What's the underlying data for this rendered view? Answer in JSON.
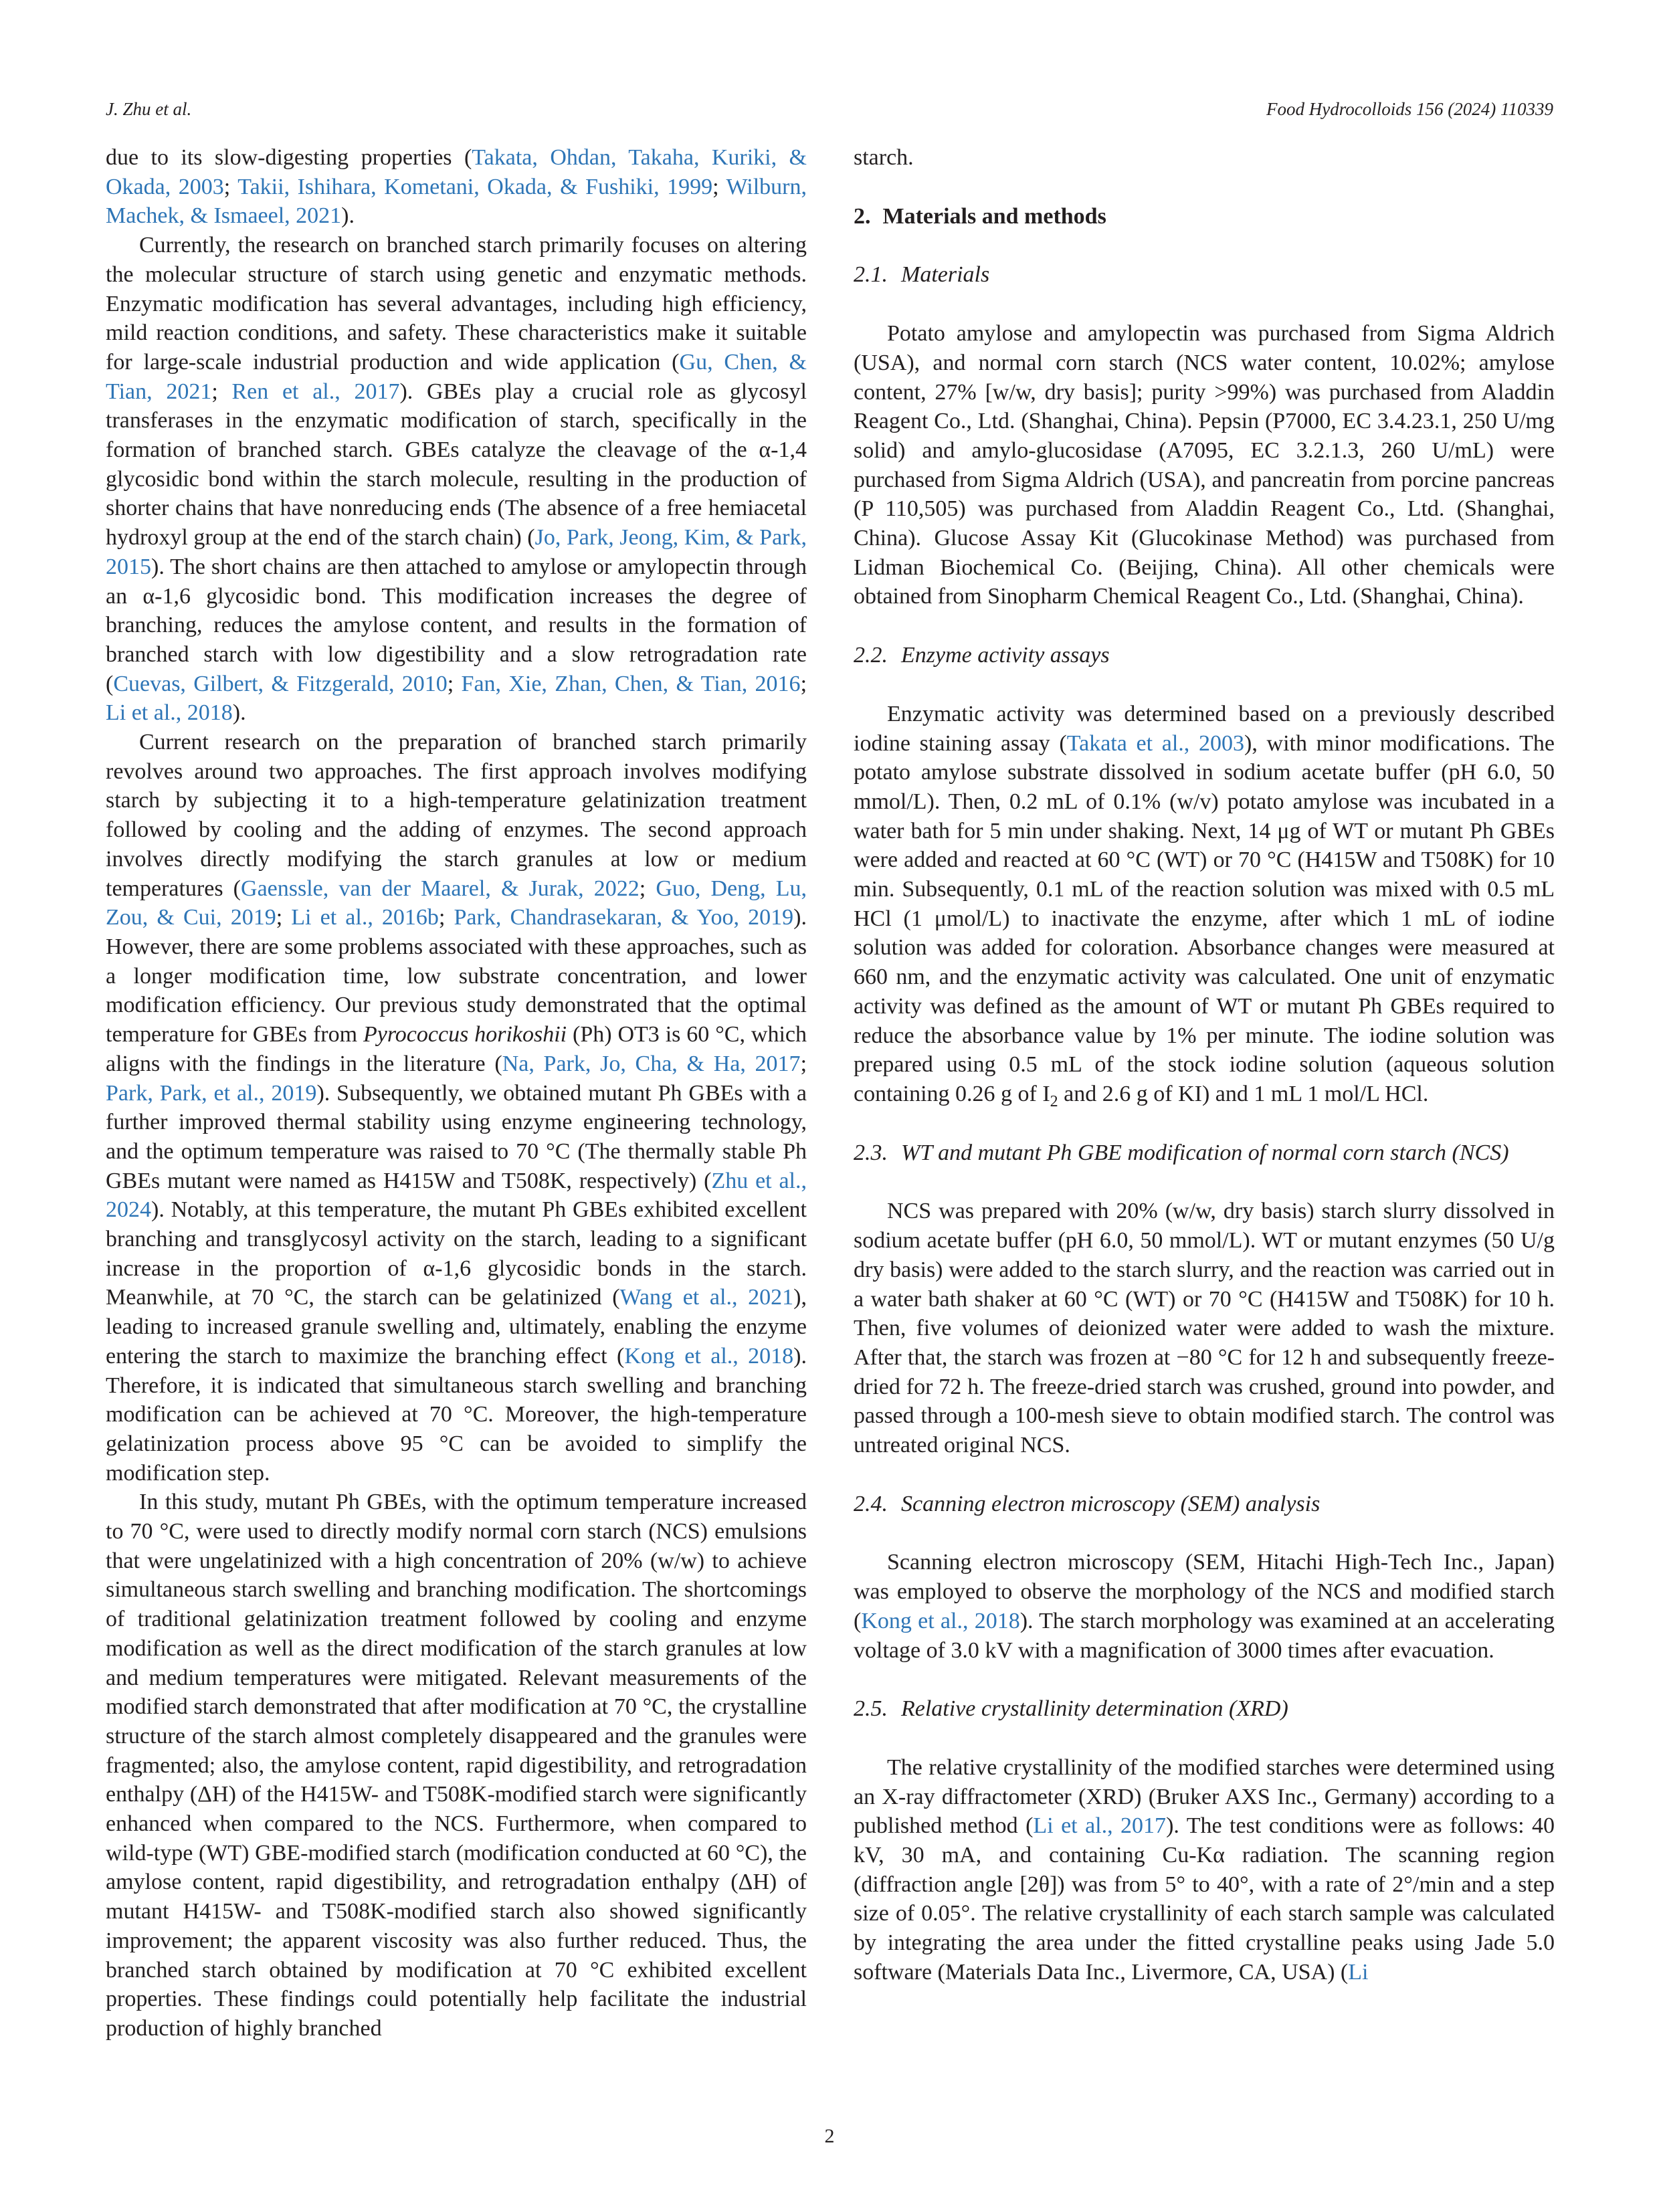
{
  "header": {
    "author": "J. Zhu et al.",
    "journal": "Food Hydrocolloids 156 (2024) 110339"
  },
  "left_column": {
    "p1": [
      {
        "t": "due to its slow-digesting properties ("
      },
      {
        "c": "Takata, Ohdan, Takaha, Kuriki, & Okada, 2003"
      },
      {
        "t": "; "
      },
      {
        "c": "Takii, Ishihara, Kometani, Okada, & Fushiki, 1999"
      },
      {
        "t": "; "
      },
      {
        "c": "Wilburn, Machek, & Ismaeel, 2021"
      },
      {
        "t": ")."
      }
    ],
    "p2": [
      {
        "t": "Currently, the research on branched starch primarily focuses on altering the molecular structure of starch using genetic and enzymatic methods. Enzymatic modification has several advantages, including high efficiency, mild reaction conditions, and safety. These characteristics make it suitable for large-scale industrial production and wide application ("
      },
      {
        "c": "Gu, Chen, & Tian, 2021"
      },
      {
        "t": "; "
      },
      {
        "c": "Ren et al., 2017"
      },
      {
        "t": "). GBEs play a crucial role as glycosyl transferases in the enzymatic modification of starch, specifically in the formation of branched starch. GBEs catalyze the cleavage of the α-1,4 glycosidic bond within the starch molecule, resulting in the production of shorter chains that have nonreducing ends (The absence of a free hemiacetal hydroxyl group at the end of the starch chain) ("
      },
      {
        "c": "Jo, Park, Jeong, Kim, & Park, 2015"
      },
      {
        "t": "). The short chains are then attached to amylose or amylopectin through an α-1,6 glycosidic bond. This modification increases the degree of branching, reduces the amylose content, and results in the formation of branched starch with low digestibility and a slow retrogradation rate ("
      },
      {
        "c": "Cuevas, Gilbert, & Fitzgerald, 2010"
      },
      {
        "t": "; "
      },
      {
        "c": "Fan, Xie, Zhan, Chen, & Tian, 2016"
      },
      {
        "t": "; "
      },
      {
        "c": "Li et al., 2018"
      },
      {
        "t": ")."
      }
    ],
    "p3": [
      {
        "t": "Current research on the preparation of branched starch primarily revolves around two approaches. The first approach involves modifying starch by subjecting it to a high-temperature gelatinization treatment followed by cooling and the adding of enzymes. The second approach involves directly modifying the starch granules at low or medium temperatures ("
      },
      {
        "c": "Gaenssle, van der Maarel, & Jurak, 2022"
      },
      {
        "t": "; "
      },
      {
        "c": "Guo, Deng, Lu, Zou, & Cui, 2019"
      },
      {
        "t": "; "
      },
      {
        "c": "Li et al., 2016b"
      },
      {
        "t": "; "
      },
      {
        "c": "Park, Chandrasekaran, & Yoo, 2019"
      },
      {
        "t": "). However, there are some problems associated with these approaches, such as a longer modification time, low substrate concentration, and lower modification efficiency. Our previous study demonstrated that the optimal temperature for GBEs from "
      },
      {
        "i": "Pyrococcus horikoshii"
      },
      {
        "t": " (Ph) OT3 is 60 °C, which aligns with the findings in the literature ("
      },
      {
        "c": "Na, Park, Jo, Cha, & Ha, 2017"
      },
      {
        "t": "; "
      },
      {
        "c": "Park, Park, et al., 2019"
      },
      {
        "t": "). Subsequently, we obtained mutant Ph GBEs with a further improved thermal stability using enzyme engineering technology, and the optimum temperature was raised to 70 °C (The thermally stable Ph GBEs mutant were named as H415W and T508K, respectively) ("
      },
      {
        "c": "Zhu et al., 2024"
      },
      {
        "t": "). Notably, at this temperature, the mutant Ph GBEs exhibited excellent branching and transglycosyl activity on the starch, leading to a significant increase in the proportion of α-1,6 glycosidic bonds in the starch. Meanwhile, at 70 °C, the starch can be gelatinized ("
      },
      {
        "c": "Wang et al., 2021"
      },
      {
        "t": "), leading to increased granule swelling and, ultimately, enabling the enzyme entering the starch to maximize the branching effect ("
      },
      {
        "c": "Kong et al., 2018"
      },
      {
        "t": "). Therefore, it is indicated that simultaneous starch swelling and branching modification can be achieved at 70 °C. Moreover, the high-temperature gelatinization process above 95 °C can be avoided to simplify the modification step."
      }
    ],
    "p4": [
      {
        "t": "In this study, mutant Ph GBEs, with the optimum temperature increased to 70 °C, were used to directly modify normal corn starch (NCS) emulsions that were ungelatinized with a high concentration of 20% (w/w) to achieve simultaneous starch swelling and branching modification. The shortcomings of traditional gelatinization treatment followed by cooling and enzyme modification as well as the direct modification of the starch granules at low and medium temperatures were mitigated. Relevant measurements of the modified starch demonstrated that after modification at 70 °C, the crystalline structure of the starch almost completely disappeared and the granules were fragmented; also, the amylose content, rapid digestibility, and retrogradation enthalpy (ΔH) of the H415W- and T508K-modified starch were significantly enhanced when compared to the NCS. Furthermore, when compared to wild-type (WT) GBE-modified starch (modification conducted at 60 °C), the amylose content, rapid digestibility, and retrogradation enthalpy (ΔH) of mutant H415W- and T508K-modified starch also showed significantly improvement; the apparent viscosity was also further reduced. Thus, the branched starch obtained by modification at 70 °C exhibited excellent properties. These findings could potentially help facilitate the industrial production of highly branched"
      }
    ]
  },
  "right_column": {
    "p0": [
      {
        "t": "starch."
      }
    ],
    "sec2": {
      "num": "2.",
      "title": "Materials and methods"
    },
    "sub21": {
      "num": "2.1.",
      "title": "Materials"
    },
    "p21": [
      {
        "t": "Potato amylose and amylopectin was purchased from Sigma Aldrich (USA), and normal corn starch (NCS water content, 10.02%; amylose content, 27% [w/w, dry basis]; purity >99%) was purchased from Aladdin Reagent Co., Ltd. (Shanghai, China). Pepsin (P7000, EC 3.4.23.1, 250 U/mg solid) and amylo-glucosidase (A7095, EC 3.2.1.3, 260 U/mL) were purchased from Sigma Aldrich (USA), and pancreatin from porcine pancreas (P 110,505) was purchased from Aladdin Reagent Co., Ltd. (Shanghai, China). Glucose Assay Kit (Glucokinase Method) was purchased from Lidman Biochemical Co. (Beijing, China). All other chemicals were obtained from Sinopharm Chemical Reagent Co., Ltd. (Shanghai, China)."
      }
    ],
    "sub22": {
      "num": "2.2.",
      "title": "Enzyme activity assays"
    },
    "p22": [
      {
        "t": "Enzymatic activity was determined based on a previously described iodine staining assay ("
      },
      {
        "c": "Takata et al., 2003"
      },
      {
        "t": "), with minor modifications. The potato amylose substrate dissolved in sodium acetate buffer (pH 6.0, 50 mmol/L). Then, 0.2 mL of 0.1% (w/v) potato amylose was incubated in a water bath for 5 min under shaking. Next, 14 μg of WT or mutant Ph GBEs were added and reacted at 60 °C (WT) or 70 °C (H415W and T508K) for 10 min. Subsequently, 0.1 mL of the reaction solution was mixed with 0.5 mL HCl (1 μmol/L) to inactivate the enzyme, after which 1 mL of iodine solution was added for coloration. Absorbance changes were measured at 660 nm, and the enzymatic activity was calculated. One unit of enzymatic activity was defined as the amount of WT or mutant Ph GBEs required to reduce the absorbance value by 1% per minute. The iodine solution was prepared using 0.5 mL of the stock iodine solution (aqueous solution containing 0.26 g of I"
      },
      {
        "s": "2"
      },
      {
        "t": " and 2.6 g of KI) and 1 mL 1 mol/L HCl."
      }
    ],
    "sub23": {
      "num": "2.3.",
      "title": "WT and mutant Ph GBE modification of normal corn starch (NCS)"
    },
    "p23": [
      {
        "t": "NCS was prepared with 20% (w/w, dry basis) starch slurry dissolved in sodium acetate buffer (pH 6.0, 50 mmol/L). WT or mutant enzymes (50 U/g dry basis) were added to the starch slurry, and the reaction was carried out in a water bath shaker at 60 °C (WT) or 70 °C (H415W and T508K) for 10 h. Then, five volumes of deionized water were added to wash the mixture. After that, the starch was frozen at −80 °C for 12 h and subsequently freeze-dried for 72 h. The freeze-dried starch was crushed, ground into powder, and passed through a 100-mesh sieve to obtain modified starch. The control was untreated original NCS."
      }
    ],
    "sub24": {
      "num": "2.4.",
      "title": "Scanning electron microscopy (SEM) analysis"
    },
    "p24": [
      {
        "t": "Scanning electron microscopy (SEM, Hitachi High-Tech Inc., Japan) was employed to observe the morphology of the NCS and modified starch ("
      },
      {
        "c": "Kong et al., 2018"
      },
      {
        "t": "). The starch morphology was examined at an accelerating voltage of 3.0 kV with a magnification of 3000 times after evacuation."
      }
    ],
    "sub25": {
      "num": "2.5.",
      "title": "Relative crystallinity determination (XRD)"
    },
    "p25": [
      {
        "t": "The relative crystallinity of the modified starches were determined using an X-ray diffractometer (XRD) (Bruker AXS Inc., Germany) according to a published method ("
      },
      {
        "c": "Li et al., 2017"
      },
      {
        "t": "). The test conditions were as follows: 40 kV, 30 mA, and containing Cu-Kα radiation. The scanning region (diffraction angle [2θ]) was from 5° to 40°, with a rate of 2°/min and a step size of 0.05°. The relative crystallinity of each starch sample was calculated by integrating the area under the fitted crystalline peaks using Jade 5.0 software (Materials Data Inc., Livermore, CA, USA) ("
      },
      {
        "c": "Li"
      }
    ]
  },
  "footer": {
    "page_number": "2"
  },
  "colors": {
    "text": "#231f20",
    "link": "#2e75b6"
  }
}
